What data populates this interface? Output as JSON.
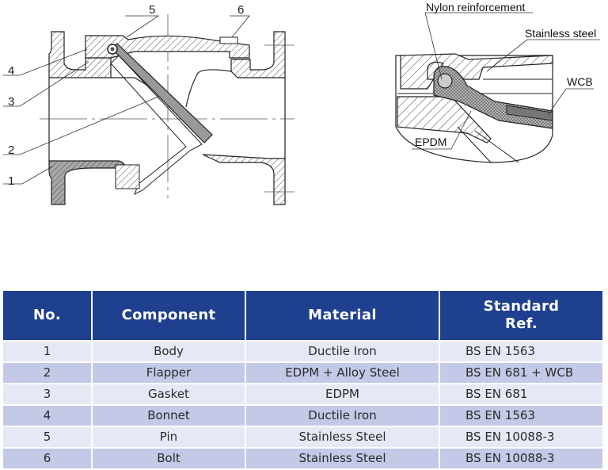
{
  "main_drawing": {
    "callouts": [
      {
        "number": "1",
        "part": "Body"
      },
      {
        "number": "2",
        "part": "Flapper"
      },
      {
        "number": "3",
        "part": "Gasket"
      },
      {
        "number": "4",
        "part": "Bonnet"
      },
      {
        "number": "5",
        "part": "Pin"
      },
      {
        "number": "6",
        "part": "Bolt"
      }
    ]
  },
  "detail_drawing": {
    "labels": {
      "nylon": "Nylon reinforcement",
      "stainless": "Stainless steel",
      "wcb": "WCB",
      "epdm": "EPDM"
    }
  },
  "colors": {
    "header_bg": "#1f3f8f",
    "row_light": "#e6e9f5",
    "row_dark": "#c3c9e7"
  },
  "table": {
    "headers": {
      "no": "No.",
      "component": "Component",
      "material": "Material",
      "standard_line1": "Standard",
      "standard_line2": "Ref."
    },
    "rows": [
      {
        "no": "1",
        "component": "Body",
        "material": "Ductile Iron",
        "standard": "BS EN 1563"
      },
      {
        "no": "2",
        "component": "Flapper",
        "material": "EDPM + Alloy Steel",
        "standard": "BS EN 681 + WCB"
      },
      {
        "no": "3",
        "component": "Gasket",
        "material": "EDPM",
        "standard": "BS EN 681"
      },
      {
        "no": "4",
        "component": "Bonnet",
        "material": "Ductile Iron",
        "standard": "BS EN 1563"
      },
      {
        "no": "5",
        "component": "Pin",
        "material": "Stainless Steel",
        "standard": "BS EN 10088-3"
      },
      {
        "no": "6",
        "component": "Bolt",
        "material": "Stainless Steel",
        "standard": "BS EN 10088-3"
      }
    ]
  }
}
